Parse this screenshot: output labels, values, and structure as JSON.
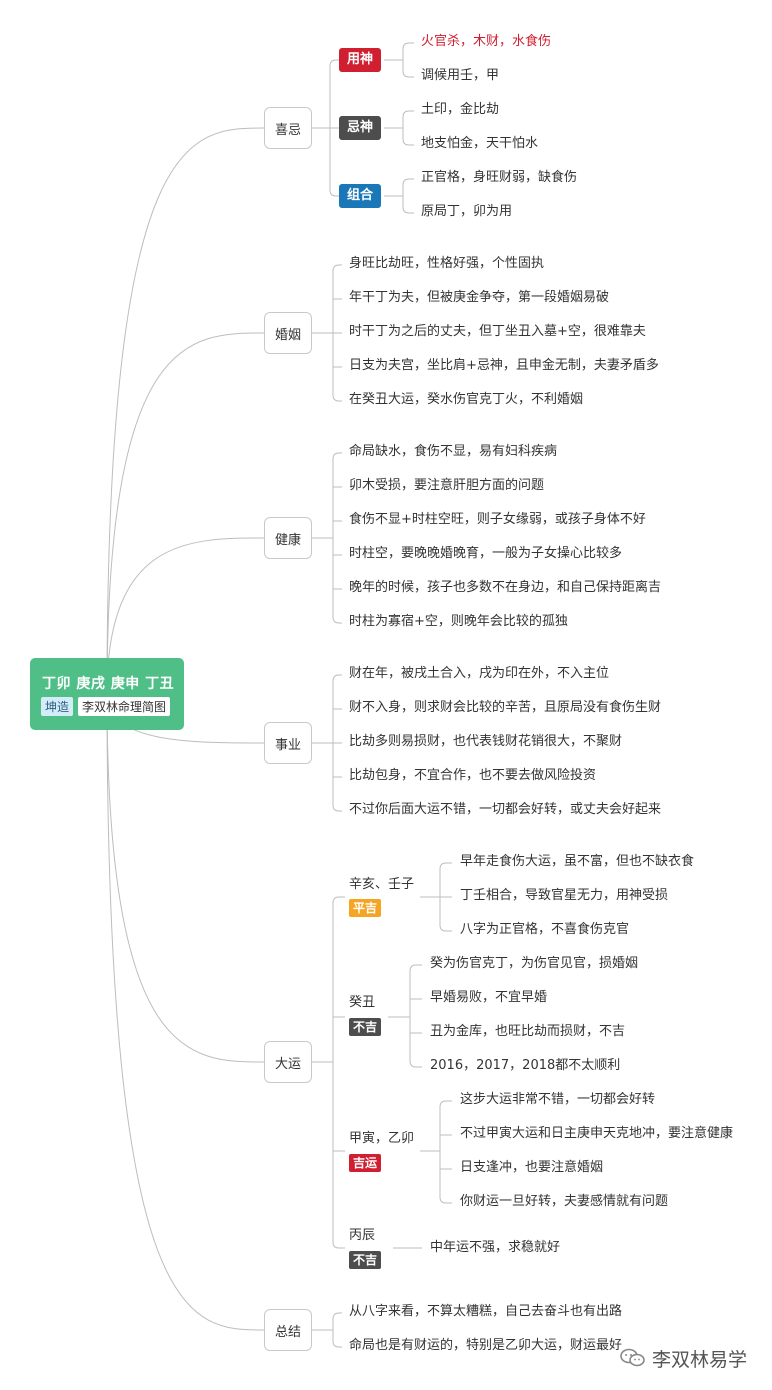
{
  "root": {
    "title": "丁卯 庚戌 庚申 丁丑",
    "tag1": "坤造",
    "tag2": "李双林命理简图"
  },
  "colors": {
    "root": "#4fbf87",
    "red": "#cf1f30",
    "dark": "#4d4d4d",
    "blue": "#1a78b8",
    "orange": "#f5a424",
    "highlight_text": "#cf1f30"
  },
  "xiji": {
    "label": "喜忌",
    "yongshen": {
      "badge": "用神",
      "items": [
        "火官杀，木财，水食伤",
        "调候用壬，甲"
      ]
    },
    "jishen": {
      "badge": "忌神",
      "items": [
        "土印，金比劫",
        "地支怕金，天干怕水"
      ]
    },
    "zuhe": {
      "badge": "组合",
      "items": [
        "正官格，身旺财弱，缺食伤",
        "原局丁，卯为用"
      ]
    }
  },
  "hunyin": {
    "label": "婚姻",
    "items": [
      "身旺比劫旺，性格好强，个性固执",
      "年干丁为夫，但被庚金争夺，第一段婚姻易破",
      "时干丁为之后的丈夫，但丁坐丑入墓+空，很难靠夫",
      "日支为夫宫，坐比肩+忌神，且申金无制，夫妻矛盾多",
      "在癸丑大运，癸水伤官克丁火，不利婚姻"
    ]
  },
  "jiankang": {
    "label": "健康",
    "items": [
      "命局缺水，食伤不显，易有妇科疾病",
      "卯木受损，要注意肝胆方面的问题",
      "食伤不显+时柱空旺，则子女缘弱，或孩子身体不好",
      "时柱空，要晚晚婚晚育，一般为子女操心比较多",
      "晚年的时候，孩子也多数不在身边，和自己保持距离吉",
      "时柱为寡宿+空，则晚年会比较的孤独"
    ]
  },
  "shiye": {
    "label": "事业",
    "items": [
      "财在年，被戌土合入，戌为印在外，不入主位",
      "财不入身，则求财会比较的辛苦，且原局没有食伤生财",
      "比劫多则易损财，也代表钱财花销很大，不聚财",
      "比劫包身，不宜合作，也不要去做风险投资",
      "不过你后面大运不错，一切都会好转，或丈夫会好起来"
    ]
  },
  "dayun": {
    "label": "大运",
    "groups": [
      {
        "name": "辛亥、壬子",
        "tag": "平吉",
        "items": [
          "早年走食伤大运，虽不富，但也不缺衣食",
          "丁壬相合，导致官星无力，用神受损",
          "八字为正官格，不喜食伤克官"
        ]
      },
      {
        "name": "癸丑",
        "tag": "不吉",
        "items": [
          "癸为伤官克丁，为伤官见官，损婚姻",
          "早婚易败，不宜早婚",
          "丑为金库，也旺比劫而损财，不吉",
          "2016，2017，2018都不太顺利"
        ]
      },
      {
        "name": "甲寅，乙卯",
        "tag": "吉运",
        "items": [
          "这步大运非常不错，一切都会好转",
          "不过甲寅大运和日主庚申天克地冲，要注意健康",
          "日支逢冲，也要注意婚姻",
          "你财运一旦好转，夫妻感情就有问题"
        ]
      },
      {
        "name": "丙辰",
        "tag": "不吉",
        "items": [
          "中年运不强，求稳就好"
        ]
      }
    ]
  },
  "zongjie": {
    "label": "总结",
    "items": [
      "从八字来看，不算太糟糕，自己去奋斗也有出路",
      "命局也是有财运的，特别是乙卯大运，财运最好"
    ]
  },
  "watermark": {
    "text": "李双林易学",
    "icon": "wechat-icon"
  }
}
